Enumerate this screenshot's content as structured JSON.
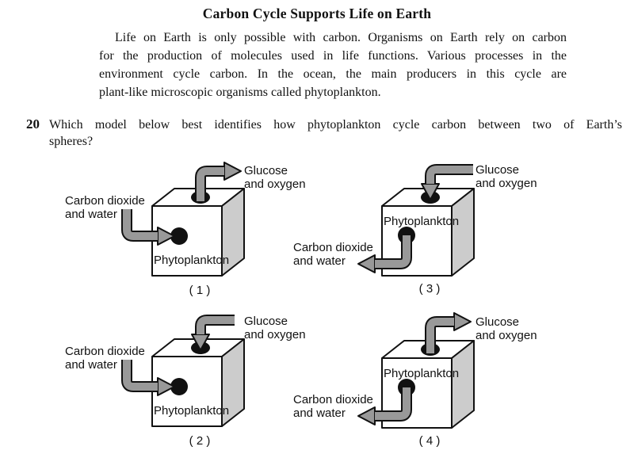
{
  "title": "Carbon Cycle Supports Life on Earth",
  "passage": {
    "lines": [
      "Life on Earth is only possible with carbon. Organisms on Earth rely on carbon",
      "for the production of molecules used in life functions. Various processes in the",
      "environment cycle carbon. In the ocean, the main producers in this cycle are",
      "plant-like microscopic organisms called phytoplankton."
    ]
  },
  "question": {
    "number": "20",
    "lines": [
      "Which model below best identifies how phytoplankton cycle carbon between two of Earth’s",
      "spheres?"
    ]
  },
  "diagrams": [
    {
      "id": 1,
      "caption": "( 1 )",
      "box_label": "Phytoplankton",
      "glucose_label": [
        "Glucose",
        "and oxygen"
      ],
      "carbon_label": [
        "Carbon dioxide",
        "and water"
      ],
      "glucose_arrow": "out-of-box",
      "carbon_arrow": "into-box"
    },
    {
      "id": 2,
      "caption": "( 2 )",
      "box_label": "Phytoplankton",
      "glucose_label": [
        "Glucose",
        "and oxygen"
      ],
      "carbon_label": [
        "Carbon dioxide",
        "and water"
      ],
      "glucose_arrow": "into-box",
      "carbon_arrow": "into-box"
    },
    {
      "id": 3,
      "caption": "( 3 )",
      "box_label": "Phytoplankton",
      "glucose_label": [
        "Glucose",
        "and oxygen"
      ],
      "carbon_label": [
        "Carbon dioxide",
        "and water"
      ],
      "glucose_arrow": "into-box",
      "carbon_arrow": "out-of-box"
    },
    {
      "id": 4,
      "caption": "( 4 )",
      "box_label": "Phytoplankton",
      "glucose_label": [
        "Glucose",
        "and oxygen"
      ],
      "carbon_label": [
        "Carbon dioxide",
        "and water"
      ],
      "glucose_arrow": "out-of-box",
      "carbon_arrow": "out-of-box"
    }
  ],
  "colors": {
    "arrow_fill": "#999999",
    "cube_side": "#cccccc",
    "cube_face": "#ffffff",
    "outline": "#111111",
    "text": "#111111"
  }
}
